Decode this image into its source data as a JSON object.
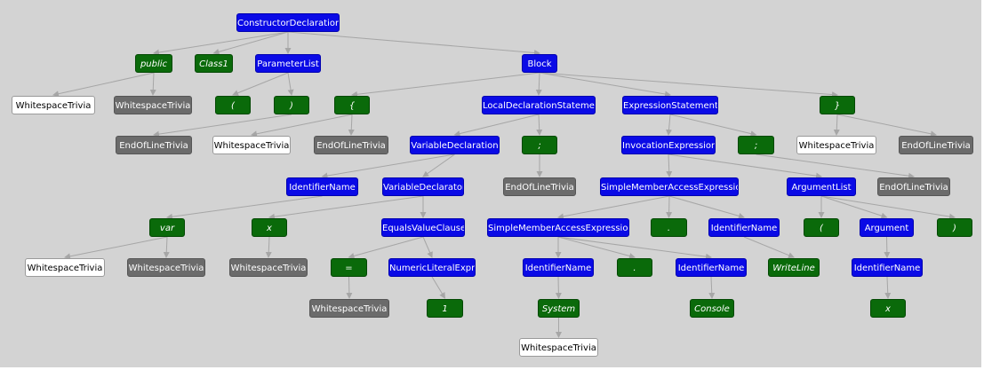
{
  "colors": {
    "background": "#d3d3d3",
    "syntax_node": "#0a0ae6",
    "token": "#0a6a0a",
    "whitespace_trivia": "#ffffff",
    "eol_trivia": "#6b6b6b",
    "edge": "#a6a6a6"
  },
  "tree": [
    {
      "id": "ctor",
      "label": "ConstructorDeclaration",
      "kind": "syntax",
      "parent": null
    },
    {
      "id": "kw_public",
      "label": "public",
      "kind": "token",
      "parent": "ctor"
    },
    {
      "id": "ws1",
      "label": "WhitespaceTrivia",
      "kind": "trivia-ws",
      "parent": "kw_public"
    },
    {
      "id": "ws2",
      "label": "WhitespaceTrivia",
      "kind": "trivia-eol",
      "parent": "kw_public"
    },
    {
      "id": "id_class1",
      "label": "Class1",
      "kind": "token",
      "parent": "ctor"
    },
    {
      "id": "paramlist",
      "label": "ParameterList",
      "kind": "syntax",
      "parent": "ctor"
    },
    {
      "id": "lparen1",
      "label": "(",
      "kind": "token",
      "parent": "paramlist"
    },
    {
      "id": "rparen1",
      "label": ")",
      "kind": "token",
      "parent": "paramlist"
    },
    {
      "id": "eol1",
      "label": "EndOfLineTrivia",
      "kind": "trivia-eol",
      "parent": "rparen1"
    },
    {
      "id": "block",
      "label": "Block",
      "kind": "syntax",
      "parent": "ctor"
    },
    {
      "id": "lbrace",
      "label": "{",
      "kind": "token",
      "parent": "block"
    },
    {
      "id": "ws3",
      "label": "WhitespaceTrivia",
      "kind": "trivia-ws",
      "parent": "lbrace"
    },
    {
      "id": "eol2",
      "label": "EndOfLineTrivia",
      "kind": "trivia-eol",
      "parent": "lbrace"
    },
    {
      "id": "localdecl",
      "label": "LocalDeclarationStatement",
      "kind": "syntax",
      "parent": "block"
    },
    {
      "id": "vardecl",
      "label": "VariableDeclaration",
      "kind": "syntax",
      "parent": "localdecl"
    },
    {
      "id": "idname1",
      "label": "IdentifierName",
      "kind": "syntax",
      "parent": "vardecl"
    },
    {
      "id": "tok_var",
      "label": "var",
      "kind": "token",
      "parent": "idname1"
    },
    {
      "id": "ws4",
      "label": "WhitespaceTrivia",
      "kind": "trivia-ws",
      "parent": "tok_var"
    },
    {
      "id": "ws5",
      "label": "WhitespaceTrivia",
      "kind": "trivia-eol",
      "parent": "tok_var"
    },
    {
      "id": "vardeclarator",
      "label": "VariableDeclarator",
      "kind": "syntax",
      "parent": "vardecl"
    },
    {
      "id": "tok_x1",
      "label": "x",
      "kind": "token",
      "parent": "vardeclarator"
    },
    {
      "id": "ws6",
      "label": "WhitespaceTrivia",
      "kind": "trivia-eol",
      "parent": "tok_x1"
    },
    {
      "id": "equalsclause",
      "label": "EqualsValueClause",
      "kind": "syntax",
      "parent": "vardeclarator"
    },
    {
      "id": "tok_eq",
      "label": "=",
      "kind": "token",
      "parent": "equalsclause"
    },
    {
      "id": "ws7",
      "label": "WhitespaceTrivia",
      "kind": "trivia-eol",
      "parent": "tok_eq"
    },
    {
      "id": "numlit",
      "label": "NumericLiteralExpression",
      "kind": "syntax",
      "parent": "equalsclause"
    },
    {
      "id": "tok_1",
      "label": "1",
      "kind": "token",
      "parent": "numlit"
    },
    {
      "id": "semi1",
      "label": ";",
      "kind": "token",
      "parent": "localdecl"
    },
    {
      "id": "eol3",
      "label": "EndOfLineTrivia",
      "kind": "trivia-eol",
      "parent": "semi1"
    },
    {
      "id": "exprstmt",
      "label": "ExpressionStatement",
      "kind": "syntax",
      "parent": "block"
    },
    {
      "id": "invoc",
      "label": "InvocationExpression",
      "kind": "syntax",
      "parent": "exprstmt"
    },
    {
      "id": "sma1",
      "label": "SimpleMemberAccessExpression",
      "kind": "syntax",
      "parent": "invoc"
    },
    {
      "id": "sma2",
      "label": "SimpleMemberAccessExpression",
      "kind": "syntax",
      "parent": "sma1"
    },
    {
      "id": "idname_sys",
      "label": "IdentifierName",
      "kind": "syntax",
      "parent": "sma2"
    },
    {
      "id": "tok_system",
      "label": "System",
      "kind": "token",
      "parent": "idname_sys"
    },
    {
      "id": "ws8",
      "label": "WhitespaceTrivia",
      "kind": "trivia-ws",
      "parent": "tok_system"
    },
    {
      "id": "dot2",
      "label": ".",
      "kind": "token",
      "parent": "sma2"
    },
    {
      "id": "idname_con",
      "label": "IdentifierName",
      "kind": "syntax",
      "parent": "sma2"
    },
    {
      "id": "tok_console",
      "label": "Console",
      "kind": "token",
      "parent": "idname_con"
    },
    {
      "id": "dot1",
      "label": ".",
      "kind": "token",
      "parent": "sma1"
    },
    {
      "id": "idname_wl",
      "label": "IdentifierName",
      "kind": "syntax",
      "parent": "sma1"
    },
    {
      "id": "tok_writeline",
      "label": "WriteLine",
      "kind": "token",
      "parent": "idname_wl"
    },
    {
      "id": "arglist",
      "label": "ArgumentList",
      "kind": "syntax",
      "parent": "invoc"
    },
    {
      "id": "lparen2",
      "label": "(",
      "kind": "token",
      "parent": "arglist"
    },
    {
      "id": "argument",
      "label": "Argument",
      "kind": "syntax",
      "parent": "arglist"
    },
    {
      "id": "idname_x",
      "label": "IdentifierName",
      "kind": "syntax",
      "parent": "argument"
    },
    {
      "id": "tok_x2",
      "label": "x",
      "kind": "token",
      "parent": "idname_x"
    },
    {
      "id": "rparen2",
      "label": ")",
      "kind": "token",
      "parent": "arglist"
    },
    {
      "id": "semi2",
      "label": ";",
      "kind": "token",
      "parent": "exprstmt"
    },
    {
      "id": "eol4",
      "label": "EndOfLineTrivia",
      "kind": "trivia-eol",
      "parent": "semi2"
    },
    {
      "id": "rbrace",
      "label": "}",
      "kind": "token",
      "parent": "block"
    },
    {
      "id": "ws9",
      "label": "WhitespaceTrivia",
      "kind": "trivia-ws",
      "parent": "rbrace"
    },
    {
      "id": "eol5",
      "label": "EndOfLineTrivia",
      "kind": "trivia-eol",
      "parent": "rbrace"
    }
  ]
}
